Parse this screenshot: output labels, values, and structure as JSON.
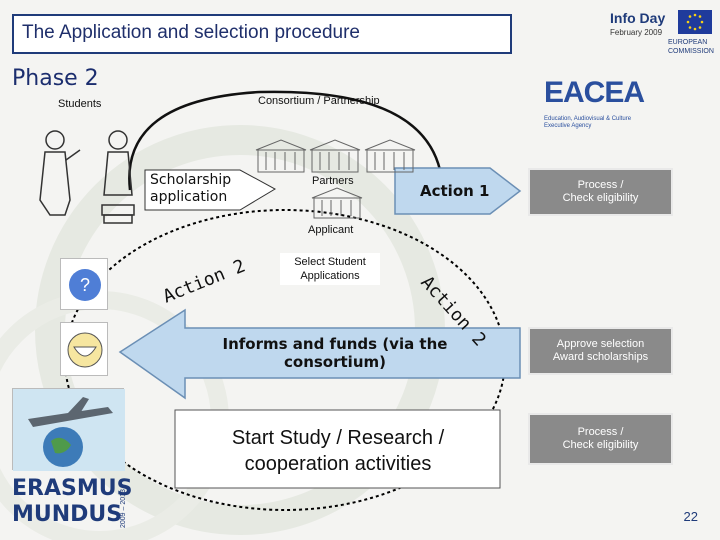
{
  "header": {
    "title": "The Application and selection procedure",
    "phase": "Phase 2"
  },
  "logos": {
    "infoday_title": "Info Day",
    "infoday_date": "February 2009",
    "commission": "EUROPEAN\nCOMMISSION",
    "eacea_main": "EACEA",
    "eacea_sub": "Education, Audiovisual & Culture\nExecutive Agency",
    "erasmus_line1": "ERASMUS",
    "erasmus_line2": "MUNDUS",
    "erasmus_years": "2009 – 2013"
  },
  "diagram": {
    "students_label": "Students",
    "consortium_label": "Consortium / Partnership",
    "scholarship_label": "Scholarship\napplication",
    "partners_label": "Partners",
    "applicant_label": "Applicant",
    "action1_label": "Action 1",
    "select_label": "Select Student\nApplications",
    "action2_left": "Action 2",
    "action2_right": "Action 2",
    "informs_label": "Informs and funds (via the\nconsortium)",
    "start_label": "Start Study / Research /\ncooperation activities"
  },
  "right_boxes": [
    {
      "label": "Process /\nCheck eligibility"
    },
    {
      "label": "Approve selection\nAward scholarships"
    },
    {
      "label": "Process /\nCheck eligibility"
    }
  ],
  "page_number": "22",
  "colors": {
    "title_border": "#1f3b7a",
    "arrow_fill": "#bfd8ee",
    "box_gray": "#8a8a8a",
    "eacea_blue": "#2a4f9e"
  }
}
